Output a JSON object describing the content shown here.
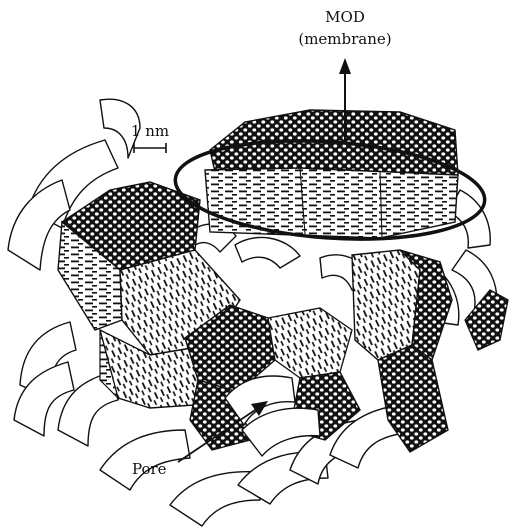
{
  "labels": {
    "mod_line1": "MOD",
    "mod_line2": "(membrane)",
    "scale": "1 nm",
    "pore": "Pore"
  },
  "colors": {
    "ink": "#111111",
    "background": "#ffffff"
  }
}
